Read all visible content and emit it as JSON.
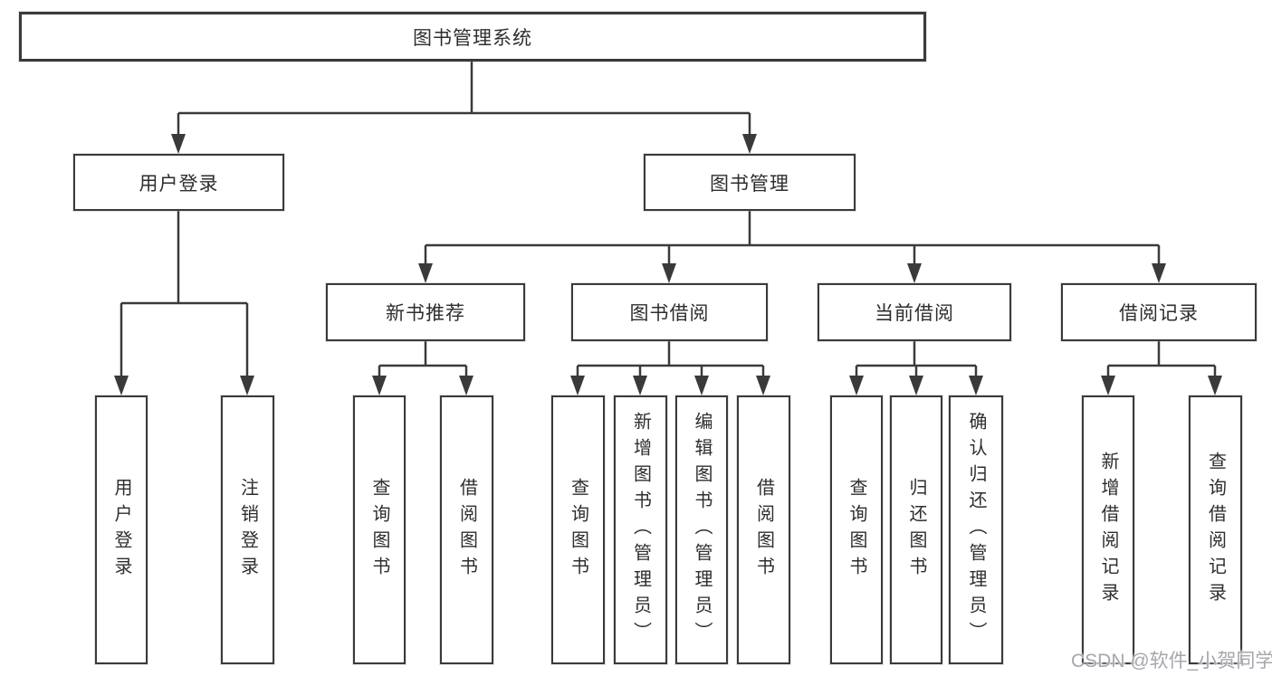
{
  "colors": {
    "line": "#3a3a3a",
    "text": "#2e2e2e",
    "box_background": "#ffffff",
    "page_background": "#ffffff",
    "watermark_text": "#a6a6ae"
  },
  "nodes": {
    "root": "图书管理系统",
    "user_login": "用户登录",
    "book_management": "图书管理",
    "new_book_recommend": "新书推荐",
    "book_borrow": "图书借阅",
    "current_borrow": "当前借阅",
    "borrow_records": "借阅记录",
    "l_user_login": "用户登录",
    "l_logout": "注销登录",
    "l_nb_query": "查询图书",
    "l_nb_borrow": "借阅图书",
    "l_bb_query": "查询图书",
    "l_bb_add": "新增图书（管理员）",
    "l_bb_edit": "编辑图书（管理员）",
    "l_bb_borrow": "借阅图书",
    "l_cb_query": "查询图书",
    "l_cb_return": "归还图书",
    "l_cb_confirm": "确认归还（管理员）",
    "l_br_add": "新增借阅记录",
    "l_br_query": "查询借阅记录"
  },
  "hierarchy": {
    "图书管理系统": {
      "用户登录": [
        "用户登录",
        "注销登录"
      ],
      "图书管理": {
        "新书推荐": [
          "查询图书",
          "借阅图书"
        ],
        "图书借阅": [
          "查询图书",
          "新增图书（管理员）",
          "编辑图书（管理员）",
          "借阅图书"
        ],
        "当前借阅": [
          "查询图书",
          "归还图书",
          "确认归还（管理员）"
        ],
        "借阅记录": [
          "新增借阅记录",
          "查询借阅记录"
        ]
      }
    }
  },
  "watermark": "CSDN @软件_小贺同学"
}
